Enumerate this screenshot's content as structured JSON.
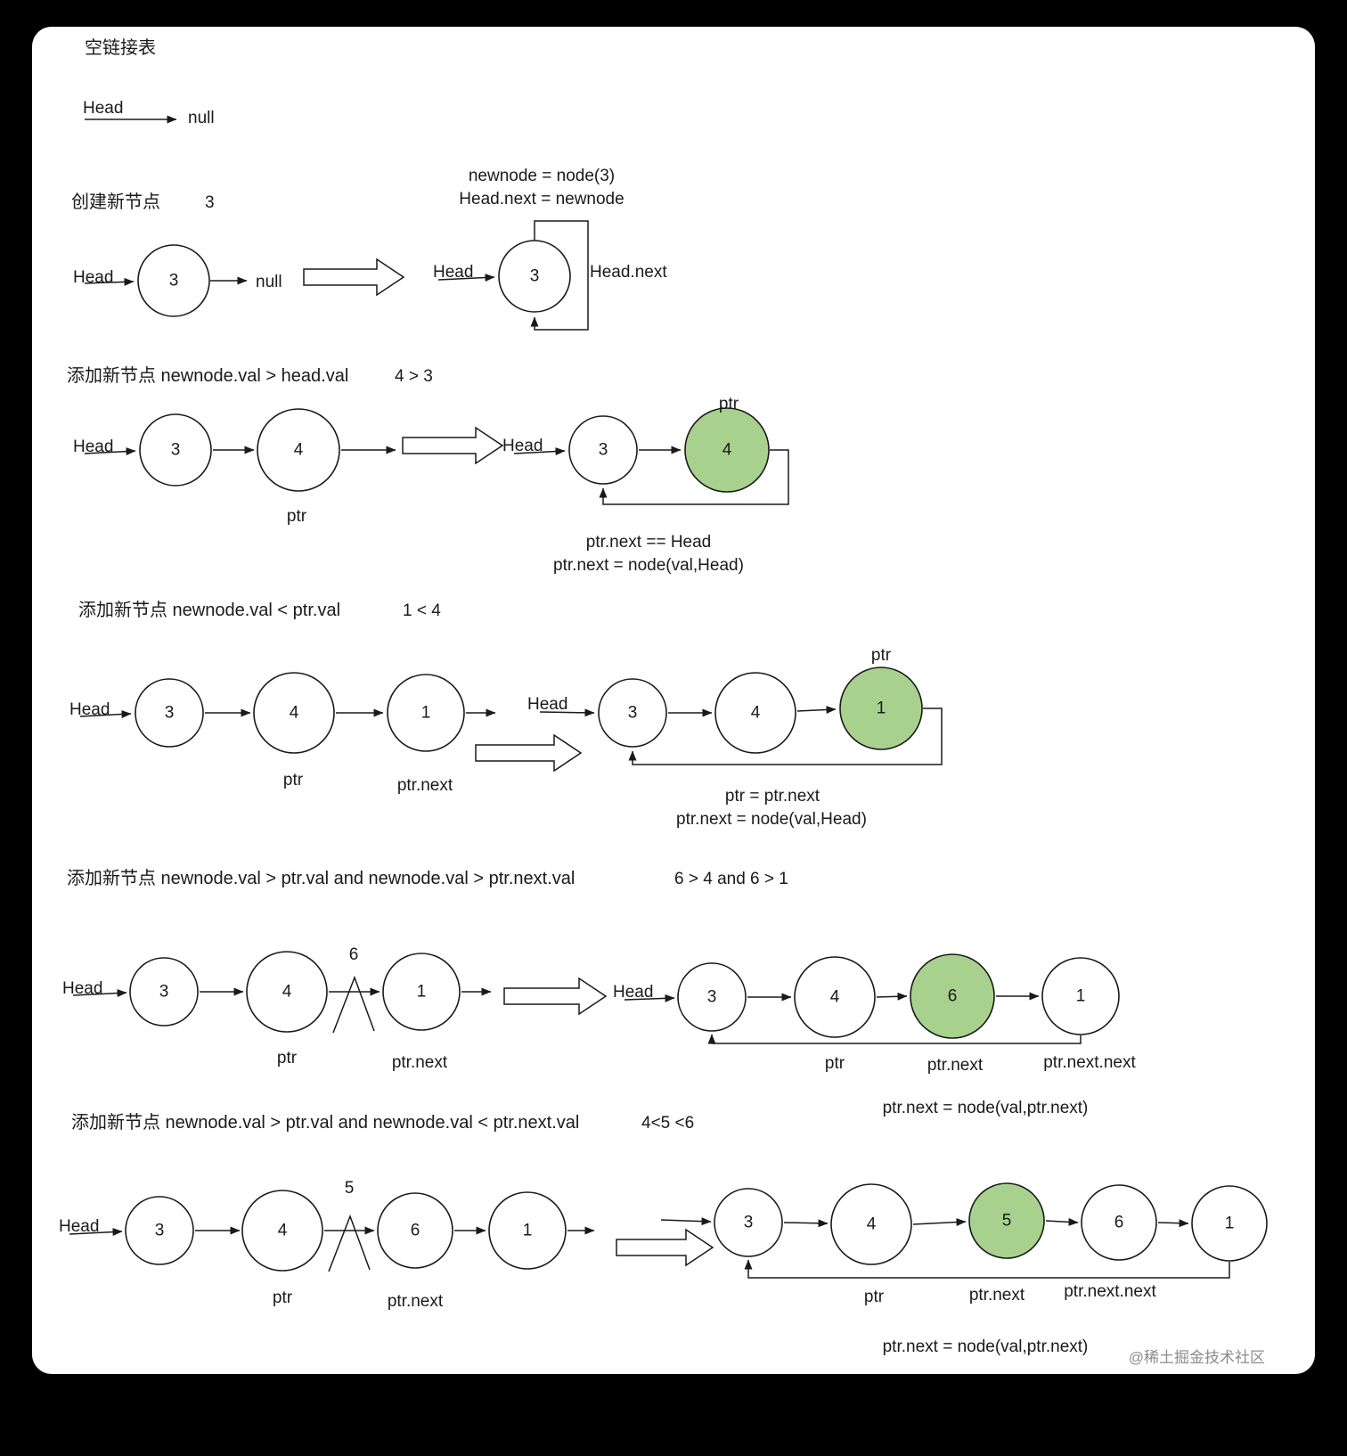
{
  "page": {
    "title": "空链接表",
    "watermark": "@稀土掘金技术社区"
  },
  "colors": {
    "background": "#000000",
    "card": "#ffffff",
    "ink": "#1a1a1a",
    "node_fill": "#ffffff",
    "node_highlight": "#a9d18e",
    "watermark": "#8c8c8c"
  },
  "labels": {
    "head": "Head",
    "null": "null",
    "ptr": "ptr",
    "ptr_next": "ptr.next",
    "ptr_next_next": "ptr.next.next",
    "head_next": "Head.next"
  },
  "s1": {
    "title": "创建新节点",
    "value": "3",
    "code1": "newnode = node(3)",
    "code2": "Head.next = newnode",
    "left": {
      "node": "3"
    },
    "right": {
      "node": "3"
    }
  },
  "s2": {
    "title": "添加新节点 newnode.val > head.val",
    "cond": "4 > 3",
    "left": {
      "nodes": [
        "3",
        "4"
      ]
    },
    "right": {
      "nodes": [
        "3",
        "4"
      ]
    },
    "code1": "ptr.next == Head",
    "code2": "ptr.next = node(val,Head)"
  },
  "s3": {
    "title": "添加新节点 newnode.val <  ptr.val",
    "cond": "1 <  4",
    "left": {
      "nodes": [
        "3",
        "4",
        "1"
      ]
    },
    "right": {
      "nodes": [
        "3",
        "4",
        "1"
      ]
    },
    "code1": "ptr = ptr.next",
    "code2": "ptr.next = node(val,Head)"
  },
  "s4": {
    "title": "添加新节点 newnode.val >  ptr.val  and  newnode.val > ptr.next.val",
    "cond": "6 > 4 and 6 > 1",
    "insert_value": "6",
    "left": {
      "nodes": [
        "3",
        "4",
        "1"
      ]
    },
    "right": {
      "nodes": [
        "3",
        "4",
        "6",
        "1"
      ]
    },
    "code1": "ptr.next = node(val,ptr.next)"
  },
  "s5": {
    "title": "添加新节点 newnode.val >  ptr.val  and  newnode.val < ptr.next.val",
    "cond": "4<5 <6",
    "insert_value": "5",
    "left": {
      "nodes": [
        "3",
        "4",
        "6",
        "1"
      ]
    },
    "right": {
      "nodes": [
        "3",
        "4",
        "5",
        "6",
        "1"
      ]
    },
    "code1": "ptr.next = node(val,ptr.next)"
  }
}
